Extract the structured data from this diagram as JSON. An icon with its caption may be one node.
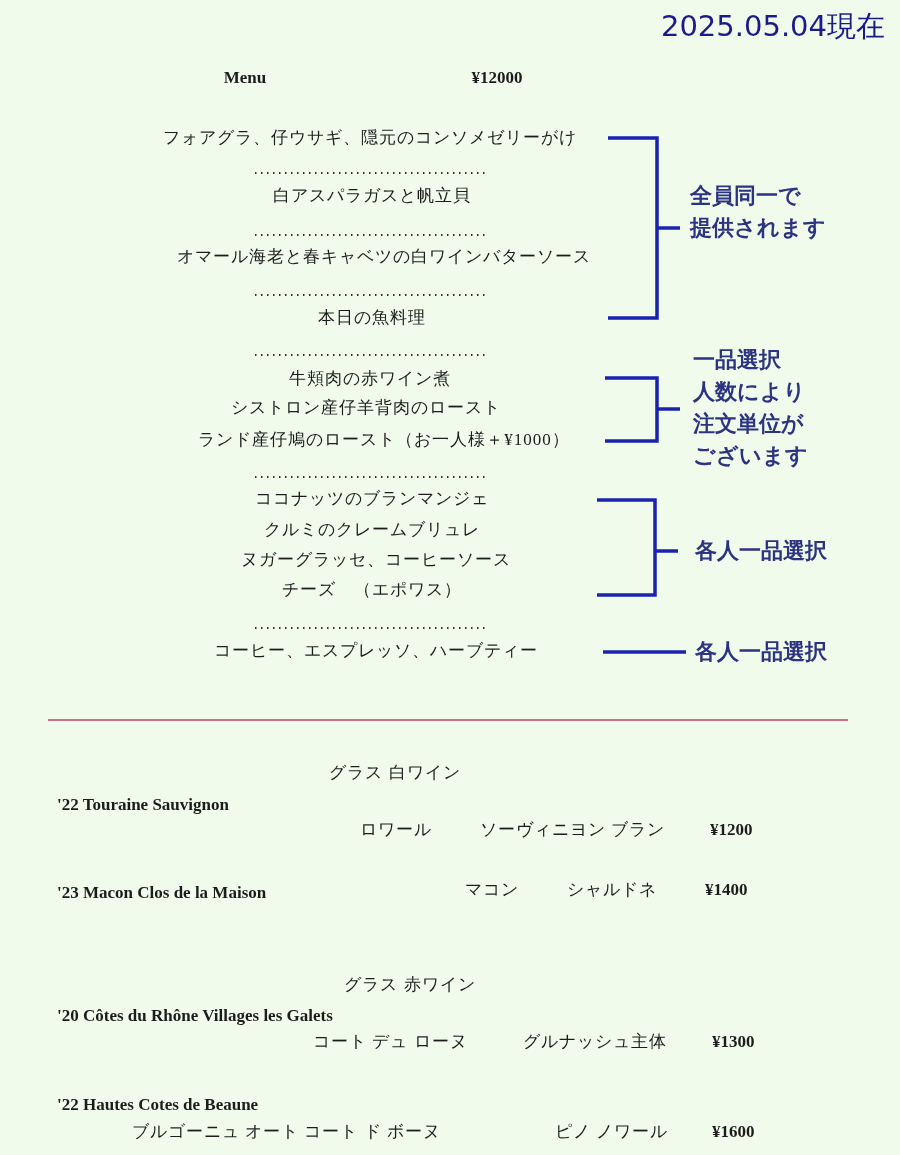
{
  "diagram": {
    "labels": [
      "2025.05.04現在",
      "Menu",
      "¥12000",
      "フォアグラ、仔ウサギ、隠元のコンソメゼリーがけ",
      "白アスパラガスと帆立貝",
      "オマール海老と春キャベツの白ワインバターソース",
      "本日の魚料理",
      "牛頬肉の赤ワイン煮",
      "シストロン産仔羊背肉のロースト",
      "ランド産仔鳩のロースト（お一人様＋¥1000）",
      "ココナッツのブランマンジェ",
      "クルミのクレームブリュレ",
      "ヌガーグラッセ、コーヒーソース",
      "チーズ　（エポワス）",
      "コーヒー、エスプレッソ、ハーブティー",
      "全員同一で提供されます",
      "一品選択人数により注文単位がございます",
      "各人一品選択",
      "各人一品選択",
      "グラス 白ワイン",
      "'22 Touraine Sauvignon",
      "ロワール",
      "ソーヴィニヨン ブラン",
      "¥1200",
      "'23 Macon Clos de la Maison",
      "マコン",
      "シャルドネ",
      "¥1400",
      "グラス 赤ワイン",
      "'20 Côtes du Rhône Villages les Galets",
      "コート デュ ローヌ",
      "グルナッシュ主体",
      "¥1300",
      "'22 Hautes Cotes de Beaune",
      "ブルゴーニュ",
      "オート コート ド ボーヌ",
      "ピノ ノワール",
      "¥1600"
    ]
  }
}
